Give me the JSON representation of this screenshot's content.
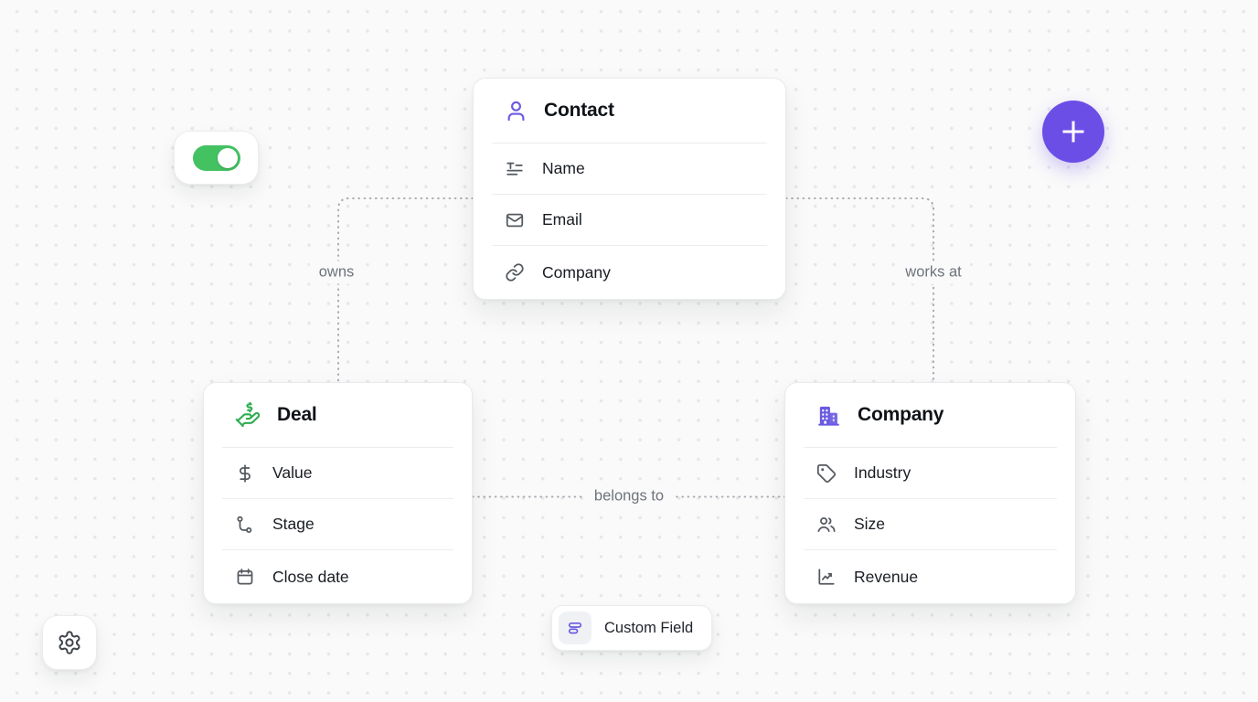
{
  "colors": {
    "canvas_bg": "#FAFAFA",
    "grid_dot": "#E6E7EA",
    "accent_purple": "#6B4EE6",
    "icon_purple": "#6A5AE1",
    "toggle_green": "#44C262",
    "deal_green": "#2EAD52",
    "connector_gray": "#A9ACB3",
    "label_gray": "#6E737B"
  },
  "toggle": {
    "state": "on"
  },
  "add_button": {
    "icon": "plus-icon"
  },
  "settings_button": {
    "icon": "gear-icon"
  },
  "custom_field": {
    "label": "Custom Field",
    "icon": "field-rows-icon"
  },
  "entities": [
    {
      "title": "Contact",
      "icon": "user-icon",
      "fields": [
        {
          "label": "Name",
          "icon": "text-icon"
        },
        {
          "label": "Email",
          "icon": "mail-icon"
        },
        {
          "label": "Company",
          "icon": "link-icon"
        }
      ]
    },
    {
      "title": "Deal",
      "icon": "hand-dollar-icon",
      "fields": [
        {
          "label": "Value",
          "icon": "dollar-icon"
        },
        {
          "label": "Stage",
          "icon": "route-icon"
        },
        {
          "label": "Close date",
          "icon": "calendar-icon"
        }
      ]
    },
    {
      "title": "Company",
      "icon": "building-icon",
      "fields": [
        {
          "label": "Industry",
          "icon": "tag-icon"
        },
        {
          "label": "Size",
          "icon": "users-icon"
        },
        {
          "label": "Revenue",
          "icon": "chart-icon"
        }
      ]
    }
  ],
  "relationships": [
    {
      "label": "owns",
      "from": "Contact",
      "to": "Deal"
    },
    {
      "label": "works at",
      "from": "Contact",
      "to": "Company"
    },
    {
      "label": "belongs to",
      "from": "Deal",
      "to": "Company"
    }
  ]
}
